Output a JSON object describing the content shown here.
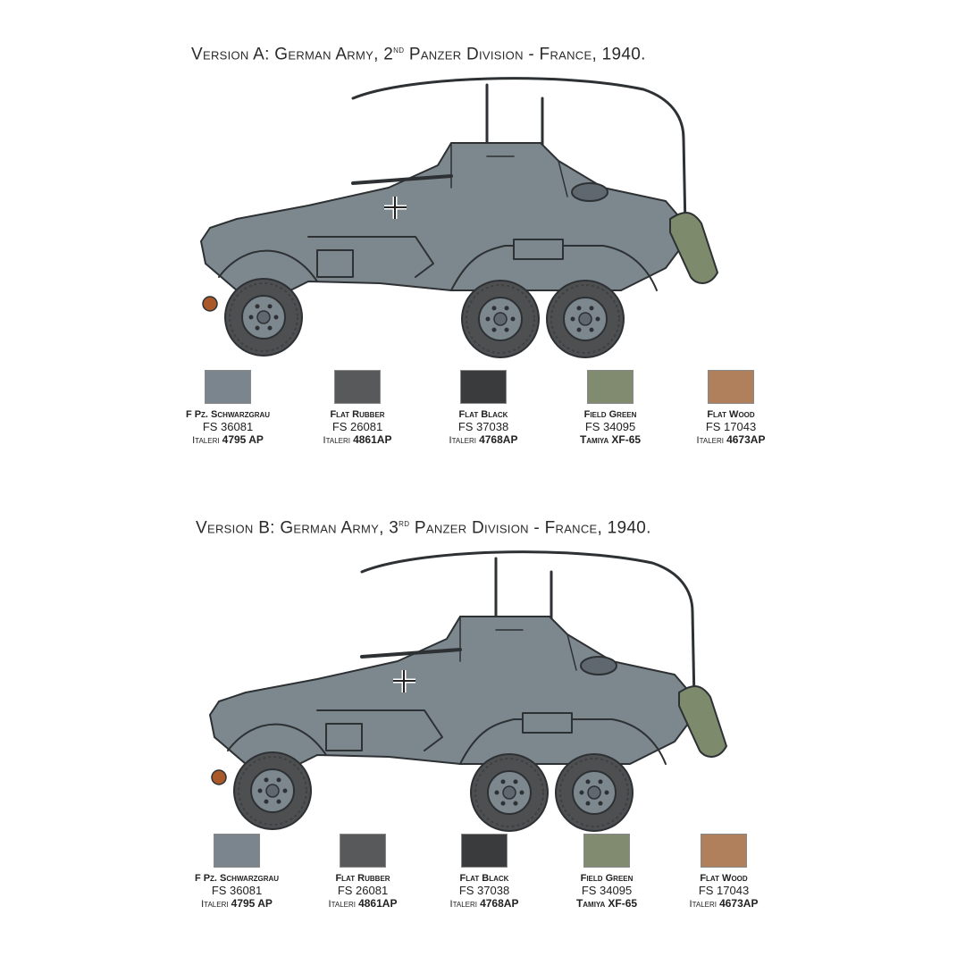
{
  "versions": [
    {
      "title_prefix": "Version A: German Army, 2",
      "ordinal_suffix": "nd",
      "title_rest": " Panzer Division - France, 1940.",
      "swatches": [
        {
          "name": "F Pz. Schwarzgrau",
          "fs": "FS 36081",
          "brand": "Italeri",
          "code": "4795 AP",
          "color": "#7a858d"
        },
        {
          "name": "Flat Rubber",
          "fs": "FS 26081",
          "brand": "Italeri",
          "code": "4861AP",
          "color": "#57595b"
        },
        {
          "name": "Flat Black",
          "fs": "FS 37038",
          "brand": "Italeri",
          "code": "4768AP",
          "color": "#3a3b3d"
        },
        {
          "name": "Field Green",
          "fs": "FS 34095",
          "brand": "Tamiya",
          "code": "XF-65",
          "color": "#808b70"
        },
        {
          "name": "Flat Wood",
          "fs": "FS 17043",
          "brand": "Italeri",
          "code": "4673AP",
          "color": "#b07f5b"
        }
      ]
    },
    {
      "title_prefix": "Version B: German Army, 3",
      "ordinal_suffix": "rd",
      "title_rest": " Panzer Division - France, 1940.",
      "swatches": [
        {
          "name": "F Pz. Schwarzgrau",
          "fs": "FS 36081",
          "brand": "Italeri",
          "code": "4795 AP",
          "color": "#7a858d"
        },
        {
          "name": "Flat Rubber",
          "fs": "FS 26081",
          "brand": "Italeri",
          "code": "4861AP",
          "color": "#57595b"
        },
        {
          "name": "Flat Black",
          "fs": "FS 37038",
          "brand": "Italeri",
          "code": "4768AP",
          "color": "#3a3b3d"
        },
        {
          "name": "Field Green",
          "fs": "FS 34095",
          "brand": "Tamiya",
          "code": "XF-65",
          "color": "#808b70"
        },
        {
          "name": "Flat Wood",
          "fs": "FS 17043",
          "brand": "Italeri",
          "code": "4673AP",
          "color": "#b07f5b"
        }
      ]
    }
  ],
  "colors": {
    "hull": "#7d878e",
    "hull_dark": "#5f686e",
    "tire": "#4d4f51",
    "outline": "#2d3134",
    "tarp": "#7d8a6c",
    "hitch": "#a9582a"
  }
}
